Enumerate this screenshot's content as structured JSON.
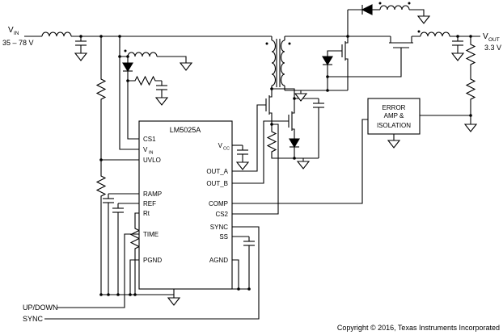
{
  "colors": {
    "wire": "#000000",
    "background": "#ffffff",
    "text": "#000000"
  },
  "input": {
    "label_main": "V",
    "label_sub": "IN",
    "range": "35 – 78 V"
  },
  "output": {
    "label_main": "V",
    "label_sub": "OUT",
    "value": "3.3 V"
  },
  "ic": {
    "name": "LM5025A",
    "pin_cs1": "CS1",
    "pin_vin_main": "V",
    "pin_vin_sub": "IN",
    "pin_uvlo": "UVLO",
    "pin_ramp": "RAMP",
    "pin_ref": "REF",
    "pin_rt": "Rt",
    "pin_time": "TIME",
    "pin_pgnd": "PGND",
    "pin_vcc_main": "V",
    "pin_vcc_sub": "CC",
    "pin_out_a": "OUT_A",
    "pin_out_b": "OUT_B",
    "pin_comp": "COMP",
    "pin_cs2": "CS2",
    "pin_sync": "SYNC",
    "pin_ss": "SS",
    "pin_agnd": "AGND"
  },
  "error_amp": {
    "line1": "ERROR",
    "line2": "AMP &",
    "line3": "ISOLATION"
  },
  "signals": {
    "updown": "UP/DOWN",
    "sync": "SYNC"
  },
  "footer": {
    "copyright": "Copyright © 2016, Texas Instruments Incorporated"
  }
}
